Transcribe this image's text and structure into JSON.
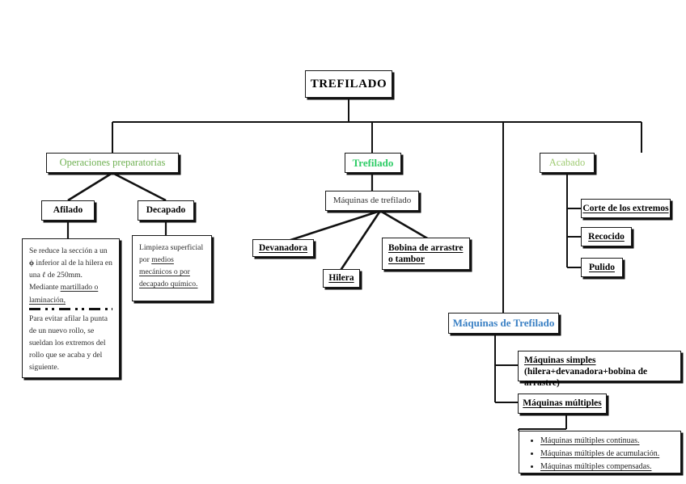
{
  "diagram": {
    "title": "TREFILADO",
    "colors": {
      "green_pale": "#6FB152",
      "green_bright": "#2ECC66",
      "green_light": "#9FCB72",
      "blue": "#3A80C4",
      "line": "#111111",
      "background": "#FFFFFF"
    },
    "root": {
      "label": "TREFILADO"
    },
    "branches": {
      "preparatory": {
        "label": "Operaciones preparatorias",
        "children": [
          {
            "label": "Afilado",
            "note_part1": "Se reduce la sección a un ϕ inferior al de la hilera en una ℓ de 250mm. Mediante martillado o laminación,",
            "note_part1_underlined": "martillado o laminación,",
            "note_part2": "Para evitar afilar la punta de un nuevo rollo, se sueldan los extremos del rollo que se acaba y del siguiente."
          },
          {
            "label": "Decapado",
            "note": "Limpieza superficial por medios mecánicos o por decapado químico.",
            "note_underlined": "medios mecánicos o por decapado químico."
          }
        ]
      },
      "drawing": {
        "label": "Trefilado",
        "machines_label": "Máquinas de trefilado",
        "machines": [
          {
            "label": "Devanadora"
          },
          {
            "label": "Hilera"
          },
          {
            "label": "Bobina de arrastre",
            "label_line2": "o tambor"
          }
        ]
      },
      "finishing": {
        "label": "Acabado",
        "items": [
          {
            "label": "Corte de los extremos"
          },
          {
            "label": "Recocido"
          },
          {
            "label": "Pulido"
          }
        ]
      }
    },
    "machines_section": {
      "label": "Máquinas de Trefilado",
      "simple": {
        "label": "Máquinas simples",
        "detail": "(hilera+devanadora+bobina de arrastre)"
      },
      "multiple": {
        "label": "Máquinas múltiples",
        "items": [
          "Máquinas múltiples continuas.",
          "Máquinas múltiples de acumulación.",
          "Máquinas múltiples compensadas."
        ]
      }
    }
  }
}
